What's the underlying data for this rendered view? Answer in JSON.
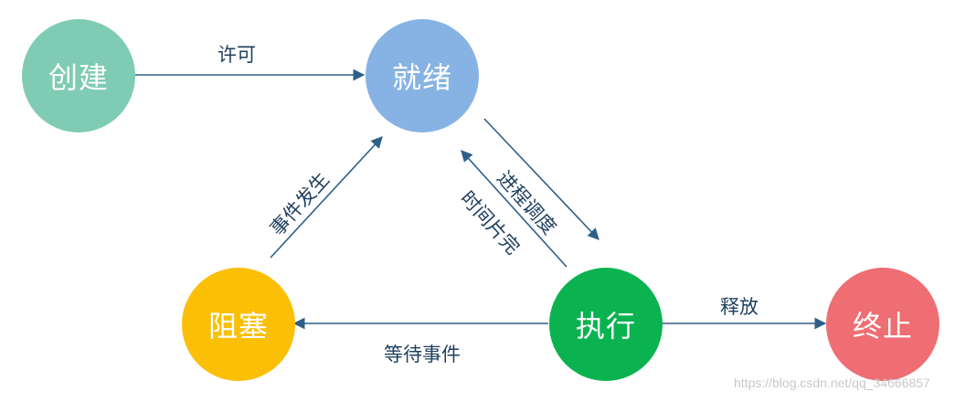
{
  "nodes": {
    "create": {
      "label": "创建",
      "color": "#7fcbb4"
    },
    "ready": {
      "label": "就绪",
      "color": "#86b3e3"
    },
    "blocked": {
      "label": "阻塞",
      "color": "#fbbf05"
    },
    "running": {
      "label": "执行",
      "color": "#0ab350"
    },
    "exit": {
      "label": "终止",
      "color": "#ee6e73"
    }
  },
  "edges": {
    "admit": {
      "label": "许可"
    },
    "dispatch": {
      "label": "进程调度"
    },
    "timeout": {
      "label": "时间片完"
    },
    "event_occurs": {
      "label": "事件发生"
    },
    "event_wait": {
      "label": "等待事件"
    },
    "release": {
      "label": "释放"
    }
  },
  "edge_color": "#2e5f8a",
  "watermark": "https://blog.csdn.net/qq_34666857"
}
